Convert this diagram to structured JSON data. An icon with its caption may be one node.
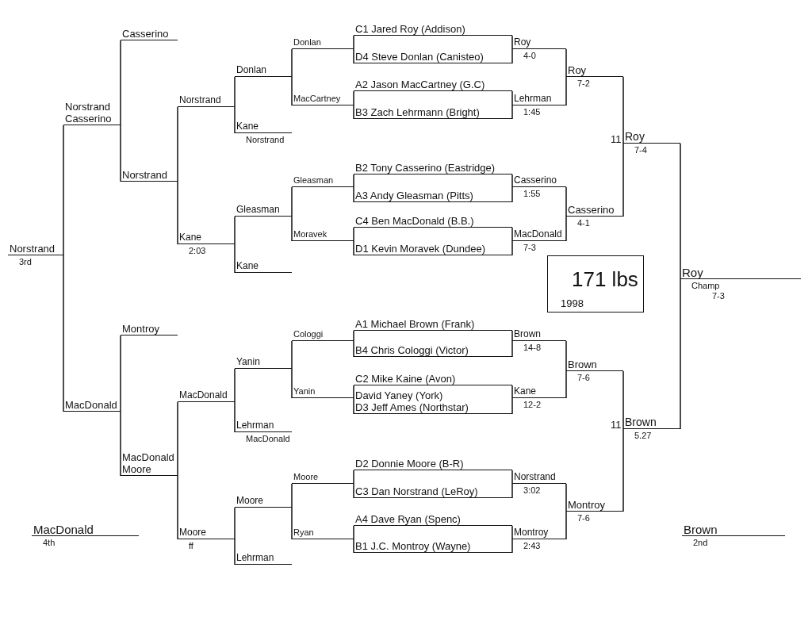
{
  "diagram": {
    "nodes": [
      {
        "text": [
          "C1 Jared Roy (Addison)"
        ]
      },
      {
        "text": [
          "D4 Steve Donlan (Canisteo)"
        ]
      },
      {
        "text": [
          "A2 Jason MacCartney (G.C)"
        ]
      },
      {
        "text": [
          "B3 Zach Lehrmann (Bright)"
        ]
      },
      {
        "text": [
          "B2 Tony Casserino (Eastridge)"
        ]
      },
      {
        "text": [
          "A3 Andy Gleasman (Pitts)"
        ]
      },
      {
        "text": [
          "C4 Ben MacDonald (B.B.)"
        ]
      },
      {
        "text": [
          "D1 Kevin Moravek (Dundee)"
        ]
      },
      {
        "text": [
          "A1 Michael Brown (Frank)"
        ]
      },
      {
        "text": [
          "B4 Chris Cologgi (Victor)"
        ]
      },
      {
        "text": [
          "C2 Mike Kaine (Avon)"
        ]
      },
      {
        "text": [
          "David Yaney (York)",
          "D3 Jeff Ames (Northstar)"
        ]
      },
      {
        "text": [
          "D2 Donnie Moore (B-R)"
        ]
      },
      {
        "text": [
          "C3 Dan Norstrand (LeRoy)"
        ]
      },
      {
        "text": [
          "A4 Dave Ryan (Spenc)"
        ]
      },
      {
        "text": [
          "B1 J.C. Montroy (Wayne)"
        ]
      },
      {
        "text": [
          "Roy"
        ],
        "beside": [
          "4-0"
        ]
      },
      {
        "text": [
          "Lehrman"
        ],
        "beside": [
          "1:45"
        ]
      },
      {
        "text": [
          "Casserino"
        ],
        "beside": [
          "1:55"
        ]
      },
      {
        "text": [
          "MacDonald"
        ],
        "beside": [
          "7-3"
        ]
      },
      {
        "text": [
          "Brown"
        ],
        "beside": [
          "14-8"
        ]
      },
      {
        "text": [
          "Kane"
        ],
        "beside": [
          "12-2"
        ]
      },
      {
        "text": [
          "Norstrand"
        ],
        "beside": [
          "3:02"
        ]
      },
      {
        "text": [
          "Montroy"
        ],
        "beside": [
          "2:43"
        ]
      },
      {
        "text": [
          "Roy"
        ],
        "beside": [
          "7-2"
        ]
      },
      {
        "text": [
          "Casserino"
        ],
        "beside": [
          "4-1"
        ]
      },
      {
        "text": [
          "Brown"
        ],
        "beside": [
          "7-6"
        ]
      },
      {
        "text": [
          "Montroy"
        ],
        "beside": [
          "7-6"
        ]
      },
      {
        "text": [
          "Roy"
        ],
        "beside": [
          "7-4"
        ]
      },
      {
        "text": [
          "Brown"
        ],
        "beside": [
          "5.27"
        ]
      },
      {
        "text": [
          "Roy"
        ],
        "beside": [
          "Champ",
          "7-3"
        ]
      },
      {
        "text": [
          "Donlan"
        ]
      },
      {
        "text": [
          "MacCartney"
        ]
      },
      {
        "text": [
          "Gleasman"
        ]
      },
      {
        "text": [
          "Moravek"
        ]
      },
      {
        "text": [
          "Cologgi"
        ]
      },
      {
        "text": [
          "Yanin"
        ]
      },
      {
        "text": [
          "Moore"
        ]
      },
      {
        "text": [
          "Ryan"
        ]
      },
      {
        "text": [
          "Donlan"
        ]
      },
      {
        "text": [
          "Kane"
        ],
        "beside": [
          "Norstrand"
        ]
      },
      {
        "text": [
          "Gleasman"
        ]
      },
      {
        "text": [
          "Kane"
        ]
      },
      {
        "text": [
          "Yanin"
        ]
      },
      {
        "text": [
          "Lehrman"
        ],
        "beside": [
          "MacDonald"
        ]
      },
      {
        "text": [
          "Moore"
        ]
      },
      {
        "text": [
          "Lehrman"
        ]
      },
      {
        "text": [
          "Norstrand"
        ]
      },
      {
        "text": [
          "Kane"
        ],
        "beside": [
          "2:03"
        ]
      },
      {
        "text": [
          "MacDonald"
        ]
      },
      {
        "text": [
          "Moore"
        ],
        "beside": [
          "ff"
        ]
      },
      {
        "text": [
          "Casserino"
        ]
      },
      {
        "text": [
          "Norstrand"
        ]
      },
      {
        "text": [
          "Montroy"
        ]
      },
      {
        "text": [
          "MacDonald",
          "Moore"
        ]
      },
      {
        "text": [
          "Norstrand",
          "Casserino"
        ]
      },
      {
        "text": [
          "MacDonald"
        ]
      },
      {
        "text": [
          "Norstrand"
        ],
        "beside": [
          "3rd"
        ]
      },
      {
        "text": [
          "MacDonald"
        ],
        "beside": [
          "4th"
        ]
      },
      {
        "text": [
          "Brown"
        ],
        "beside": [
          "2nd"
        ]
      },
      {
        "text": [
          "171 lbs",
          "1998"
        ]
      }
    ],
    "edges": [
      {
        "from": 0,
        "to": 16,
        "arrow": "none"
      },
      {
        "from": 1,
        "to": 16,
        "arrow": "none"
      },
      {
        "from": 2,
        "to": 17,
        "arrow": "none"
      },
      {
        "from": 3,
        "to": 17,
        "arrow": "none"
      },
      {
        "from": 4,
        "to": 18,
        "arrow": "none"
      },
      {
        "from": 5,
        "to": 18,
        "arrow": "none"
      },
      {
        "from": 6,
        "to": 19,
        "arrow": "none"
      },
      {
        "from": 7,
        "to": 19,
        "arrow": "none"
      },
      {
        "from": 8,
        "to": 20,
        "arrow": "none"
      },
      {
        "from": 9,
        "to": 20,
        "arrow": "none"
      },
      {
        "from": 10,
        "to": 21,
        "arrow": "none"
      },
      {
        "from": 11,
        "to": 21,
        "arrow": "none"
      },
      {
        "from": 12,
        "to": 22,
        "arrow": "none"
      },
      {
        "from": 13,
        "to": 22,
        "arrow": "none"
      },
      {
        "from": 14,
        "to": 23,
        "arrow": "none"
      },
      {
        "from": 15,
        "to": 23,
        "arrow": "none"
      },
      {
        "from": 16,
        "to": 24,
        "arrow": "none"
      },
      {
        "from": 17,
        "to": 24,
        "arrow": "none"
      },
      {
        "from": 18,
        "to": 25,
        "arrow": "none"
      },
      {
        "from": 19,
        "to": 25,
        "arrow": "none"
      },
      {
        "from": 20,
        "to": 26,
        "arrow": "none"
      },
      {
        "from": 21,
        "to": 26,
        "arrow": "none"
      },
      {
        "from": 22,
        "to": 27,
        "arrow": "none"
      },
      {
        "from": 23,
        "to": 27,
        "arrow": "none"
      },
      {
        "from": 24,
        "to": 28,
        "arrow": "none"
      },
      {
        "from": 25,
        "to": 28,
        "arrow": "none"
      },
      {
        "from": 26,
        "to": 29,
        "arrow": "none"
      },
      {
        "from": 27,
        "to": 29,
        "arrow": "none"
      },
      {
        "from": 28,
        "to": 30,
        "arrow": "none"
      },
      {
        "from": 29,
        "to": 30,
        "arrow": "none"
      },
      {
        "from": 0,
        "to": 31,
        "arrow": "none"
      },
      {
        "from": 1,
        "to": 31,
        "arrow": "none"
      },
      {
        "from": 2,
        "to": 32,
        "arrow": "none"
      },
      {
        "from": 3,
        "to": 32,
        "arrow": "none"
      },
      {
        "from": 4,
        "to": 33,
        "arrow": "none"
      },
      {
        "from": 5,
        "to": 33,
        "arrow": "none"
      },
      {
        "from": 6,
        "to": 34,
        "arrow": "none"
      },
      {
        "from": 7,
        "to": 34,
        "arrow": "none"
      },
      {
        "from": 8,
        "to": 35,
        "arrow": "none"
      },
      {
        "from": 9,
        "to": 35,
        "arrow": "none"
      },
      {
        "from": 10,
        "to": 36,
        "arrow": "none"
      },
      {
        "from": 11,
        "to": 36,
        "arrow": "none"
      },
      {
        "from": 12,
        "to": 37,
        "arrow": "none"
      },
      {
        "from": 13,
        "to": 37,
        "arrow": "none"
      },
      {
        "from": 14,
        "to": 38,
        "arrow": "none"
      },
      {
        "from": 15,
        "to": 38,
        "arrow": "none"
      },
      {
        "from": 31,
        "to": 39,
        "arrow": "none"
      },
      {
        "from": 32,
        "to": 39,
        "arrow": "none"
      },
      {
        "from": 33,
        "to": 41,
        "arrow": "none"
      },
      {
        "from": 34,
        "to": 41,
        "arrow": "none"
      },
      {
        "from": 35,
        "to": 43,
        "arrow": "none"
      },
      {
        "from": 36,
        "to": 43,
        "arrow": "none"
      },
      {
        "from": 37,
        "to": 45,
        "arrow": "none"
      },
      {
        "from": 38,
        "to": 45,
        "arrow": "none"
      },
      {
        "from": 39,
        "to": 47,
        "arrow": "none"
      },
      {
        "from": 40,
        "to": 47,
        "arrow": "none"
      },
      {
        "from": 41,
        "to": 48,
        "arrow": "none"
      },
      {
        "from": 42,
        "to": 48,
        "arrow": "none"
      },
      {
        "from": 43,
        "to": 49,
        "arrow": "none"
      },
      {
        "from": 44,
        "to": 49,
        "arrow": "none"
      },
      {
        "from": 45,
        "to": 50,
        "arrow": "none"
      },
      {
        "from": 46,
        "to": 50,
        "arrow": "none"
      },
      {
        "from": 47,
        "to": 52,
        "arrow": "none"
      },
      {
        "from": 48,
        "to": 52,
        "arrow": "none"
      },
      {
        "from": 49,
        "to": 54,
        "arrow": "none"
      },
      {
        "from": 50,
        "to": 54,
        "arrow": "none"
      },
      {
        "from": 51,
        "to": 55,
        "arrow": "none"
      },
      {
        "from": 52,
        "to": 55,
        "arrow": "none"
      },
      {
        "from": 53,
        "to": 56,
        "arrow": "none"
      },
      {
        "from": 54,
        "to": 56,
        "arrow": "none"
      },
      {
        "from": 55,
        "to": 57,
        "arrow": "none"
      },
      {
        "from": 56,
        "to": 57,
        "arrow": "none"
      }
    ],
    "labels": [
      "11",
      "11"
    ]
  }
}
